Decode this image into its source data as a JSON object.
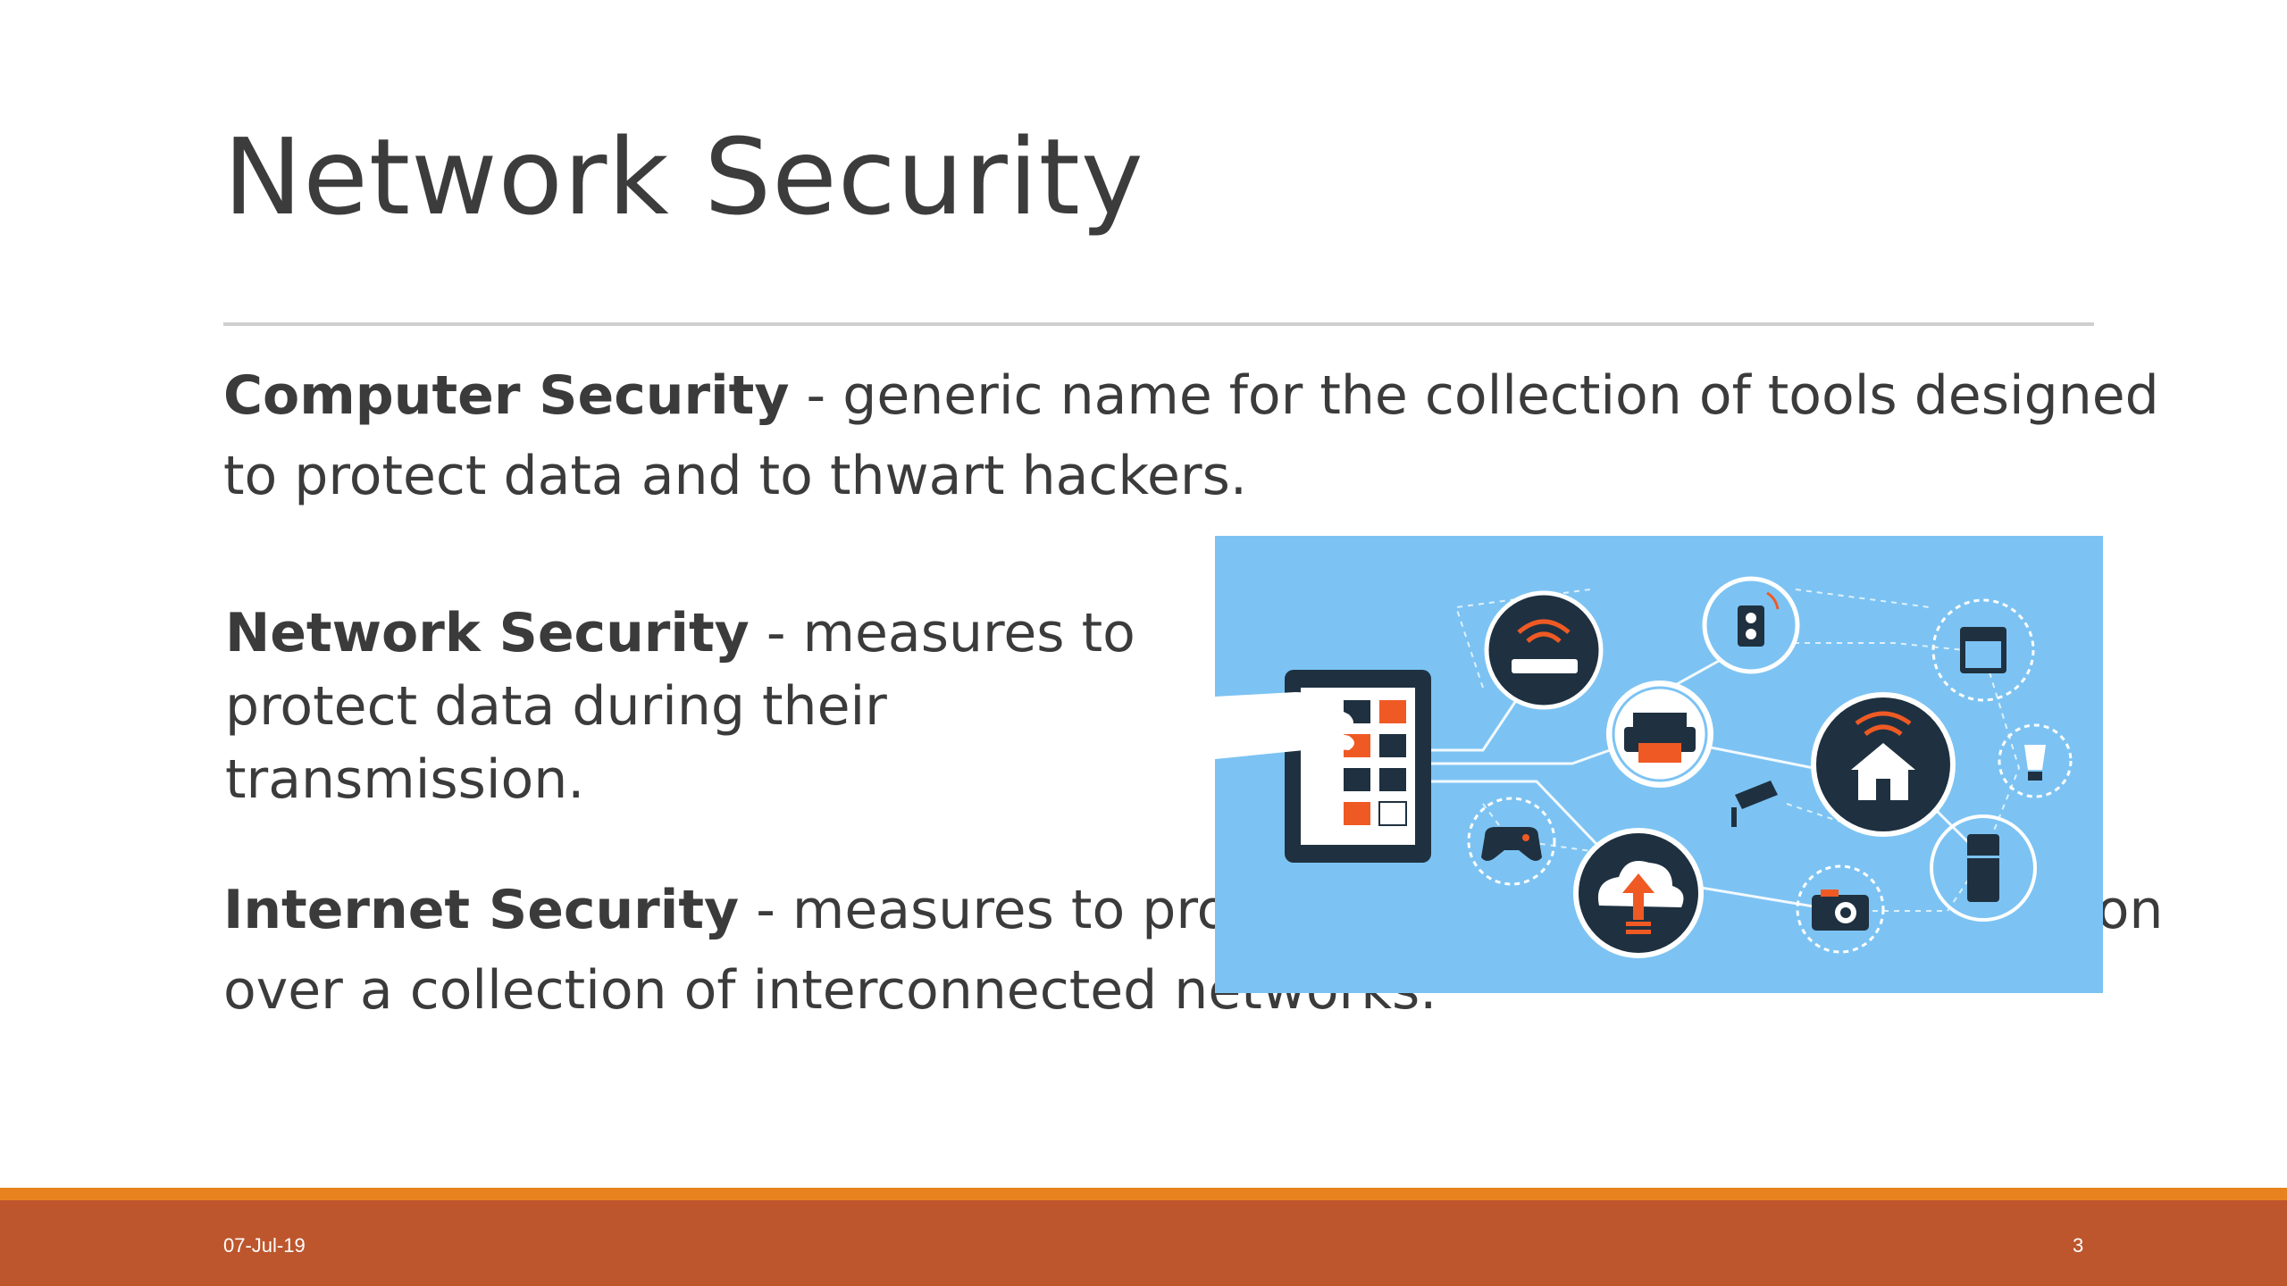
{
  "slide": {
    "title": "Network Security",
    "paragraphs": [
      {
        "term": "Computer Security",
        "definition": " - generic name for the collection of tools designed to protect data and to thwart hackers."
      },
      {
        "term": "Network Security",
        "definition": " - measures to protect data during their transmission."
      },
      {
        "term": "Internet Security",
        "definition": " - measures to protect data during their transmission over a collection of interconnected networks."
      }
    ],
    "image": {
      "icons": [
        "tablet-icon",
        "hand-icon",
        "router-icon",
        "speaker-icon",
        "printer-icon",
        "oven-icon",
        "home-icon",
        "cctv-icon",
        "lightbulb-icon",
        "gamepad-icon",
        "cloud-upload-icon",
        "camera-icon",
        "fridge-icon"
      ]
    },
    "colors": {
      "image_background": "#7cc3f3",
      "accent_orange": "#e8821e",
      "footer": "#bd562d",
      "icon_dark": "#1f3140"
    }
  },
  "footer": {
    "date": "07-Jul-19",
    "page_number": "3"
  }
}
